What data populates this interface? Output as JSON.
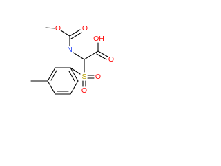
{
  "molecule": {
    "atoms": {
      "methoxy_o": {
        "label": "O",
        "color": "#ff0d0d"
      },
      "carbonyl_o": {
        "label": "O",
        "color": "#ff0d0d"
      },
      "amide_n": {
        "label": "N",
        "color": "#3050f8"
      },
      "hydroxyl": {
        "label": "OH",
        "color": "#ff0d0d"
      },
      "acid_o": {
        "label": "O",
        "color": "#ff0d0d"
      },
      "sulfur": {
        "label": "S",
        "color": "#b8a100"
      },
      "sulfonyl_o_right": {
        "label": "O",
        "color": "#ff0d0d"
      },
      "sulfonyl_o_bottom": {
        "label": "O",
        "color": "#ff0d0d"
      }
    },
    "bond_color": "#000000"
  }
}
